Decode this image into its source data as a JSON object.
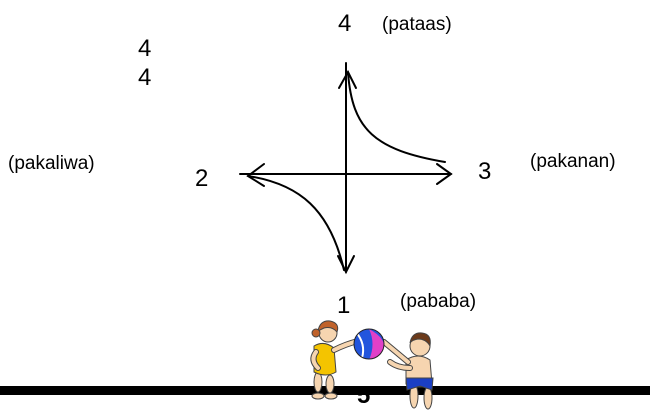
{
  "corner_numbers": [
    "4",
    "4"
  ],
  "directions": {
    "up": {
      "number": "4",
      "word": "(pataas)"
    },
    "left": {
      "number": "2",
      "word": "(pakaliwa)"
    },
    "right": {
      "number": "3",
      "word": "(pakanan)"
    },
    "down": {
      "number": "1",
      "word": "(pababa)"
    }
  },
  "ground_number": "5",
  "colors": {
    "ink": "#000000",
    "ball_blue": "#2255dd",
    "ball_magenta": "#e040c8",
    "girl_swimsuit": "#f4c400",
    "boy_trunks": "#1b3fc4",
    "skin": "#f6d5b0",
    "girl_hair": "#c0622a",
    "boy_hair": "#6b3a1a"
  },
  "icons": [
    "ball-icon",
    "girl-figure-icon",
    "boy-figure-icon"
  ]
}
